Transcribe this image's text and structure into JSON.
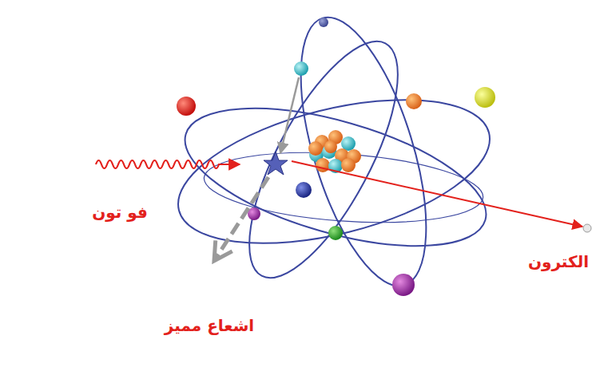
{
  "diagram": {
    "labels": [
      "فو تون",
      "الكترون",
      "اشعاع مميز"
    ]
  }
}
